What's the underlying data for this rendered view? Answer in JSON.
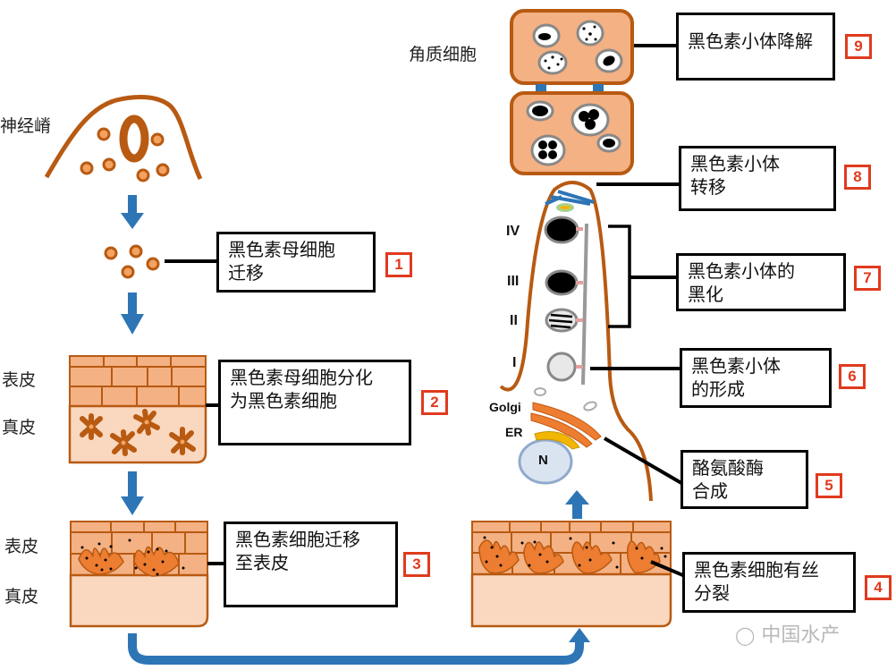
{
  "labels": {
    "neural_crest": "神经嵴",
    "keratinocyte": "角质细胞",
    "epidermis_1": "表皮",
    "dermis_1": "真皮",
    "epidermis_2": "表皮",
    "dermis_2": "真皮"
  },
  "organelles": {
    "stage_iv": "IV",
    "stage_iii": "III",
    "stage_ii": "II",
    "stage_i": "I",
    "golgi": "Golgi",
    "er": "ER",
    "nucleus": "N"
  },
  "steps": [
    {
      "number": "1",
      "lines": [
        "黑色素母细胞",
        "迁移"
      ]
    },
    {
      "number": "2",
      "lines": [
        "黑色素母细胞分化",
        "为黑色素细胞"
      ]
    },
    {
      "number": "3",
      "lines": [
        "黑色素细胞迁移",
        "至表皮"
      ]
    },
    {
      "number": "4",
      "lines": [
        "黑色素细胞有丝",
        "分裂"
      ]
    },
    {
      "number": "5",
      "lines": [
        "酪氨酸酶",
        "合成"
      ]
    },
    {
      "number": "6",
      "lines": [
        "黑色素小体",
        "的形成"
      ]
    },
    {
      "number": "7",
      "lines": [
        "黑色素小体的",
        "黑化"
      ]
    },
    {
      "number": "8",
      "lines": [
        "黑色素小体",
        "转移"
      ]
    },
    {
      "number": "9",
      "lines": [
        "黑色素小体降解"
      ]
    }
  ],
  "watermark": "中国水产",
  "colors": {
    "brown": "#b85a12",
    "orange_fill": "#f4b183",
    "light_fill": "#fad7bf",
    "blue_arrow": "#2e75b6",
    "badge_red": "#e03a1e",
    "golgi_orange": "#ed7d31",
    "er_yellow": "#f2b600",
    "nucleus_fill": "#dae3f0",
    "nucleus_stroke": "#8faacc"
  }
}
